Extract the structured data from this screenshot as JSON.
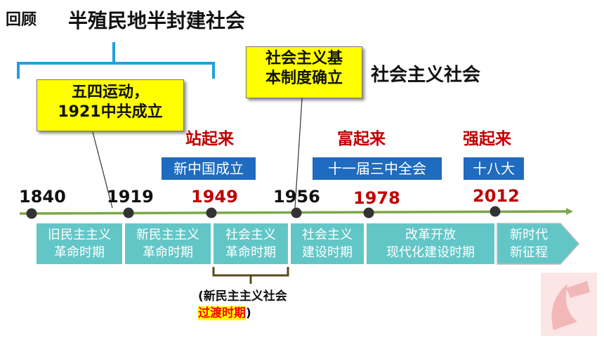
{
  "header": {
    "review_label": "回顾",
    "era1_title": "半殖民地半封建社会",
    "era2_title": "社会主义社会"
  },
  "callouts": {
    "may4_line1": "五四运动，",
    "may4_line2": "1921中共成立",
    "socialist_line1": "社会主义基",
    "socialist_line2": "本制度确立"
  },
  "slogans": [
    "站起来",
    "富起来",
    "强起来"
  ],
  "events": [
    "新中国成立",
    "十一届三中全会",
    "十八大"
  ],
  "years": [
    "1840",
    "1919",
    "1949",
    "1956",
    "1978",
    "2012"
  ],
  "periods": [
    {
      "line1": "旧民主主义",
      "line2": "革命时期"
    },
    {
      "line1": "新民主主义",
      "line2": "革命时期"
    },
    {
      "line1": "社会主义",
      "line2": "革命时期"
    },
    {
      "line1": "社会主义",
      "line2": "建设时期"
    },
    {
      "line1": "改革开放",
      "line2": "现代化建设时期"
    },
    {
      "line1": "新时代",
      "line2": "新征程"
    }
  ],
  "note": {
    "line1": "(新民主主义社会",
    "highlight": "过渡时期",
    "close": ")"
  },
  "colors": {
    "accent_red": "#c00000",
    "event_blue": "#1f6bbf",
    "period_teal": "#63c6c6",
    "callout_yellow": "#ffff00",
    "brace_blue": "#1fa0e0",
    "timeline_green": "#7aa84a"
  }
}
